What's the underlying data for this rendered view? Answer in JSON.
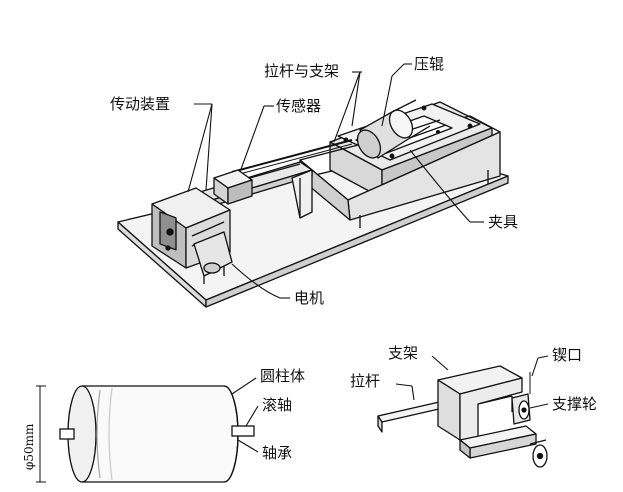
{
  "top_assembly": {
    "labels": {
      "transmission": "传动装置",
      "sensor": "传感器",
      "rod_and_bracket": "拉杆与支架",
      "press_roller": "压辊",
      "clamp": "夹具",
      "motor": "电机"
    }
  },
  "cylinder_detail": {
    "labels": {
      "cylinder": "圆柱体",
      "roller_shaft": "滚轴",
      "bearing": "轴承"
    },
    "diameter_label": "φ50mm"
  },
  "bracket_detail": {
    "labels": {
      "bracket": "支架",
      "pull_rod": "拉杆",
      "notch": "锲口",
      "support_wheel": "支撑轮"
    }
  }
}
